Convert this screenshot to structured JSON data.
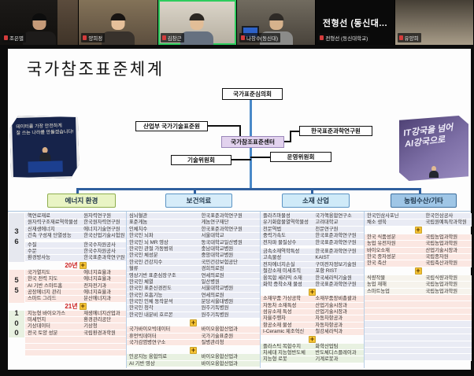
{
  "meeting": {
    "participants": [
      {
        "name": "조은별"
      },
      {
        "name": "양희정"
      },
      {
        "name": "김창근",
        "active": true
      },
      {
        "name": "나창수(동신대)"
      },
      {
        "name": "전형선 (동신대학교)",
        "big_text": "전형선 (동신대..."
      },
      {
        "name": "유양희"
      }
    ]
  },
  "slide": {
    "title": "국가참조표준체계",
    "left_photo": {
      "line1": "데이터를 가장 안전하게",
      "line2": "잘 쓰는 나라를 만들겠습니다!"
    },
    "right_photo": {
      "line1": "IT강국을 넘어",
      "line2": "AI강국으로"
    },
    "org_chart": {
      "council": "국가표준심의회",
      "ministry": "산업부 국가기술표준원",
      "kriss": "한국표준과학연구원",
      "center": "국가참조표준센터",
      "tech_committee": "기술위원회",
      "steering_committee": "운영위원회"
    },
    "counts": [
      {
        "value": "36"
      },
      {
        "value": "55"
      },
      {
        "value": "100"
      }
    ],
    "plus_label": "+",
    "columns": [
      {
        "header": "에너지 환경",
        "sections": [
          {
            "kind": "rows",
            "color": "base",
            "rows": [
              [
                "핵연료재료",
                "원자력연구원"
              ],
              [
                "원자력구조재료역학물성",
                "한국원자력연구원"
              ],
              [
                "신재생에너지",
                "에너지기술연구원"
              ],
              [
                "건축 구성재 단열성능",
                "한국산업기술시험원"
              ]
            ]
          },
          {
            "kind": "gap"
          },
          {
            "kind": "rows",
            "color": "base",
            "rows": [
              [
                "수질",
                "한국수자원공사"
              ],
              [
                "수문",
                "한국수자원공사"
              ],
              [
                "환경방사능",
                "한국표준과학연구원"
              ]
            ]
          },
          {
            "kind": "year",
            "label": "20년"
          },
          {
            "kind": "rows",
            "color": "pink",
            "rows": [
              [
                "국가열지도",
                "에너지효율과"
              ],
              [
                "한국 전력 지도",
                "에너지효율과"
              ],
              [
                "AI 기반 스마트홈",
                "전자전기과"
              ],
              [
                "공장에너지 관리",
                "에너지효율과"
              ],
              [
                "스마트 그리드",
                "분산에너지과"
              ]
            ]
          },
          {
            "kind": "year",
            "label": "21년"
          },
          {
            "kind": "rows",
            "color": "pink",
            "rows": [
              [
                "지능형 바이오가스",
                "재생에너지산업과"
              ],
              [
                "미세먼지",
                "환경관리공단"
              ],
              [
                "기상데이터",
                "기상청"
              ],
              [
                "전국 토양 성분",
                "국립환경과학원"
              ]
            ]
          },
          {
            "kind": "rows",
            "color": "pink",
            "rows": [
              [
                "",
                ""
              ],
              [
                "",
                ""
              ],
              [
                "",
                ""
              ]
            ]
          }
        ]
      },
      {
        "header": "보건의료",
        "sections": [
          {
            "kind": "rows",
            "color": "base",
            "rows": [
              [
                "심뇌혈관",
                "한국표준과학연구원"
              ],
              [
                "표준게놈",
                "게놈연구재단"
              ],
              [
                "인체치수",
                "한국표준과학연구원"
              ],
              [
                "한국인 뇌파",
                "서울대학교"
              ],
              [
                "한국인 뇌 MR 영상",
                "동국대학교일산병원"
              ],
              [
                "한국인 관절 가동범위",
                "충남대학교병원"
              ],
              [
                "한국인 체성분",
                "중앙대학교병원"
              ],
              [
                "한국인 건강지수",
                "국민건강보험공단"
              ],
              [
                "혈류",
                "경희의료원"
              ],
              [
                "영상기반 표준심장구조",
                "연세의료원"
              ],
              [
                "한국인 체열",
                "일산병원"
              ],
              [
                "한국인 표준신경전도",
                "서울대학교병원"
              ],
              [
                "한국인 호흡기능",
                "연세의료원"
              ],
              [
                "한국인 인체 동작분석",
                "분당서울대병원"
              ],
              [
                "한국인 청각",
                "원주기독병원"
              ],
              [
                "한국인 내분비 호르몬",
                "원주기독병원"
              ]
            ]
          },
          {
            "kind": "plus"
          },
          {
            "kind": "rows",
            "color": "pink",
            "rows": [
              [
                "국가바이오빅데이터",
                "바이오융합산업과"
              ],
              [
                "휴먼빅데이터",
                "국가기술표준원"
              ],
              [
                "국가감염병연구소",
                "질병관리청"
              ]
            ]
          },
          {
            "kind": "plus"
          },
          {
            "kind": "rows",
            "color": "green",
            "rows": [
              [
                "인공지능 융합의료",
                "바이오융합산업과"
              ],
              [
                "AI 기반 영상",
                "바이오융합산업과"
              ]
            ]
          }
        ]
      },
      {
        "header": "소재 산업",
        "sections": [
          {
            "kind": "rows",
            "color": "base",
            "rows": [
              [
                "플라즈마물성",
                "국가핵융합연구소"
              ],
              [
                "유기화합물열역학물성",
                "고려대학교"
              ],
              [
                "천문역법",
                "천문연구원"
              ],
              [
                "중력가속도",
                "한국표준과학연구원"
              ],
              [
                "전자파 물질상수",
                "한국표준과학연구원"
              ]
            ]
          },
          {
            "kind": "gap"
          },
          {
            "kind": "rows",
            "color": "base",
            "rows": [
              [
                "금속소재역학특성",
                "한국표준과학연구원"
              ],
              [
                "고속물성",
                "KAIST"
              ],
              [
                "전자에너지손실",
                "구미전자정보기술원"
              ],
              [
                "철강소재 미세조직",
                "포항 RIST"
              ],
              [
                "융복합 세라믹 소재",
                "한국세라믹기술원"
              ],
              [
                "화학 증착소재 물성",
                "한국표준과학연구원"
              ]
            ]
          },
          {
            "kind": "plus"
          },
          {
            "kind": "rows",
            "color": "pink",
            "rows": [
              [
                "소재부품 가상공학",
                "소재부품장비총괄과"
              ],
              [
                "자동차 소재특성",
                "산업기술시장과"
              ],
              [
                "섬유소재 특성",
                "산업기술시장과"
              ],
              [
                "자율주행차",
                "자동차항공과"
              ],
              [
                "항공소재 물성",
                "자동차항공과"
              ],
              [
                "I-Ceramic 제조혁신",
                "철강세라믹과"
              ]
            ]
          },
          {
            "kind": "plus"
          },
          {
            "kind": "rows",
            "color": "green",
            "rows": [
              [
                "플라스틱 복합수지",
                "화학산업팀"
              ],
              [
                "차세대 지능형반도체",
                "반도체디스플레이과"
              ],
              [
                "지능형 로봇",
                "기계로봇과"
              ]
            ]
          }
        ]
      },
      {
        "header": "농림수산/기타",
        "sections": [
          {
            "kind": "rows",
            "color": "base",
            "rows": [
              [
                "한국인삼사포닌",
                "한국인삼공사"
              ],
              [
                "채소 생육",
                "국립원예특작과학원"
              ]
            ]
          },
          {
            "kind": "plus"
          },
          {
            "kind": "rows",
            "color": "pink",
            "rows": [
              [
                "한국 식품성분",
                "국립농업과학원"
              ],
              [
                "농업 유전자원",
                "국립농업과학원"
              ],
              [
                "바이오소재",
                "산업기술시장과"
              ],
              [
                "한국 종자성분",
                "국립종자원"
              ],
              [
                "한국 축산",
                "국립축산과학원"
              ]
            ]
          },
          {
            "kind": "plus"
          },
          {
            "kind": "rows",
            "color": "cream",
            "rows": [
              [
                "식량작물",
                "국립식량과학원"
              ],
              [
                "농업 재해",
                "국립농업과학원"
              ],
              [
                "스마트농업",
                "국립농업과학원"
              ]
            ]
          },
          {
            "kind": "rows",
            "color": "pink",
            "rows": [
              [
                "",
                ""
              ],
              [
                "",
                ""
              ],
              [
                "",
                ""
              ],
              [
                "",
                ""
              ]
            ]
          },
          {
            "kind": "rows",
            "color": "base",
            "rows": [
              [
                "",
                ""
              ],
              [
                "",
                ""
              ],
              [
                "",
                ""
              ],
              [
                "",
                ""
              ],
              [
                "",
                ""
              ],
              [
                "",
                ""
              ]
            ]
          }
        ]
      }
    ],
    "colors": {
      "connector_dark_blue": "#2f5f9e",
      "org_line_blue": "#4a89c8",
      "center_box_fill": "#e2d2ee",
      "energy_header_fill": "#e9f4c4",
      "health_header_fill": "#d6ecf9",
      "materials_header_fill": "#cfeaf8",
      "agri_header_fill": "#9fc6e6",
      "row_base": "#e9ebf4",
      "row_pink": "#fbe7e2",
      "row_green": "#e8f1e1",
      "year_label_red": "#cc1f1f",
      "plus_yellow": "#f5c234"
    }
  }
}
